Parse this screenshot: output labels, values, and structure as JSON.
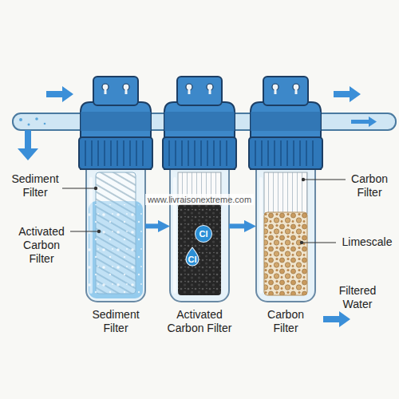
{
  "diagram": {
    "nodes": [
      {
        "text": [
          "Sediment Filter"
        ]
      },
      {
        "text": [
          "Activated Carbon Filter"
        ]
      },
      {
        "text": [
          "Cl"
        ],
        "in": 1
      },
      {
        "text": [
          "Cl"
        ],
        "in": 1
      },
      {
        "text": [
          "Carbon Filter"
        ]
      }
    ],
    "edges": [
      {
        "from": 0,
        "to": 1,
        "arrow": "to"
      },
      {
        "from": 1,
        "to": 4,
        "arrow": "to"
      }
    ],
    "labels": [
      "Sediment Filter",
      "Activated Carbon Filter",
      "www.livraisonextreme.com",
      "Carbon Filter",
      "Limescale",
      "Filtered Water"
    ]
  }
}
